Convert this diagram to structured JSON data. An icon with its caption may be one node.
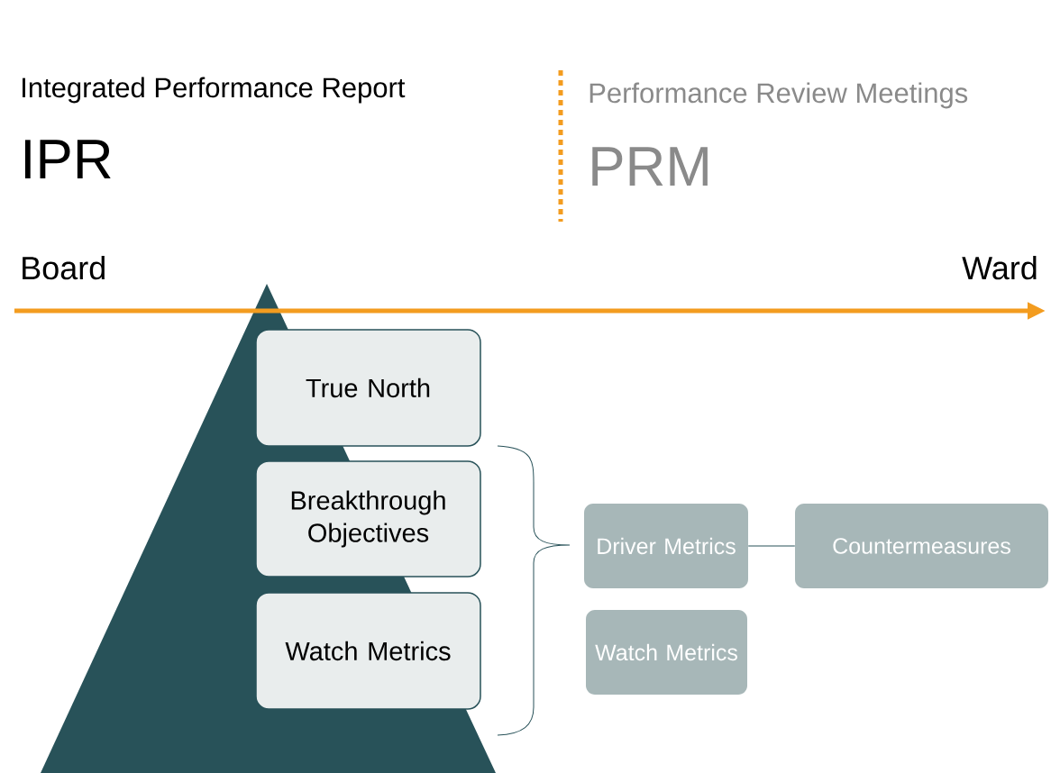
{
  "diagram": {
    "nodes": [
      {
        "text": [
          "True North"
        ]
      },
      {
        "text": [
          "Breakthrough Objectives"
        ]
      },
      {
        "text": [
          "Watch Metrics"
        ]
      },
      {
        "text": [
          "Driver Metrics"
        ]
      },
      {
        "text": [
          "Countermeasures"
        ]
      },
      {
        "text": [
          "Watch Metrics"
        ]
      }
    ],
    "edges": [
      {
        "from": 3,
        "to": 4,
        "arrow": "none"
      }
    ],
    "labels": [
      "Integrated Performance Report",
      "IPR",
      "Performance Review Meetings",
      "PRM",
      "Board",
      "Ward"
    ]
  }
}
